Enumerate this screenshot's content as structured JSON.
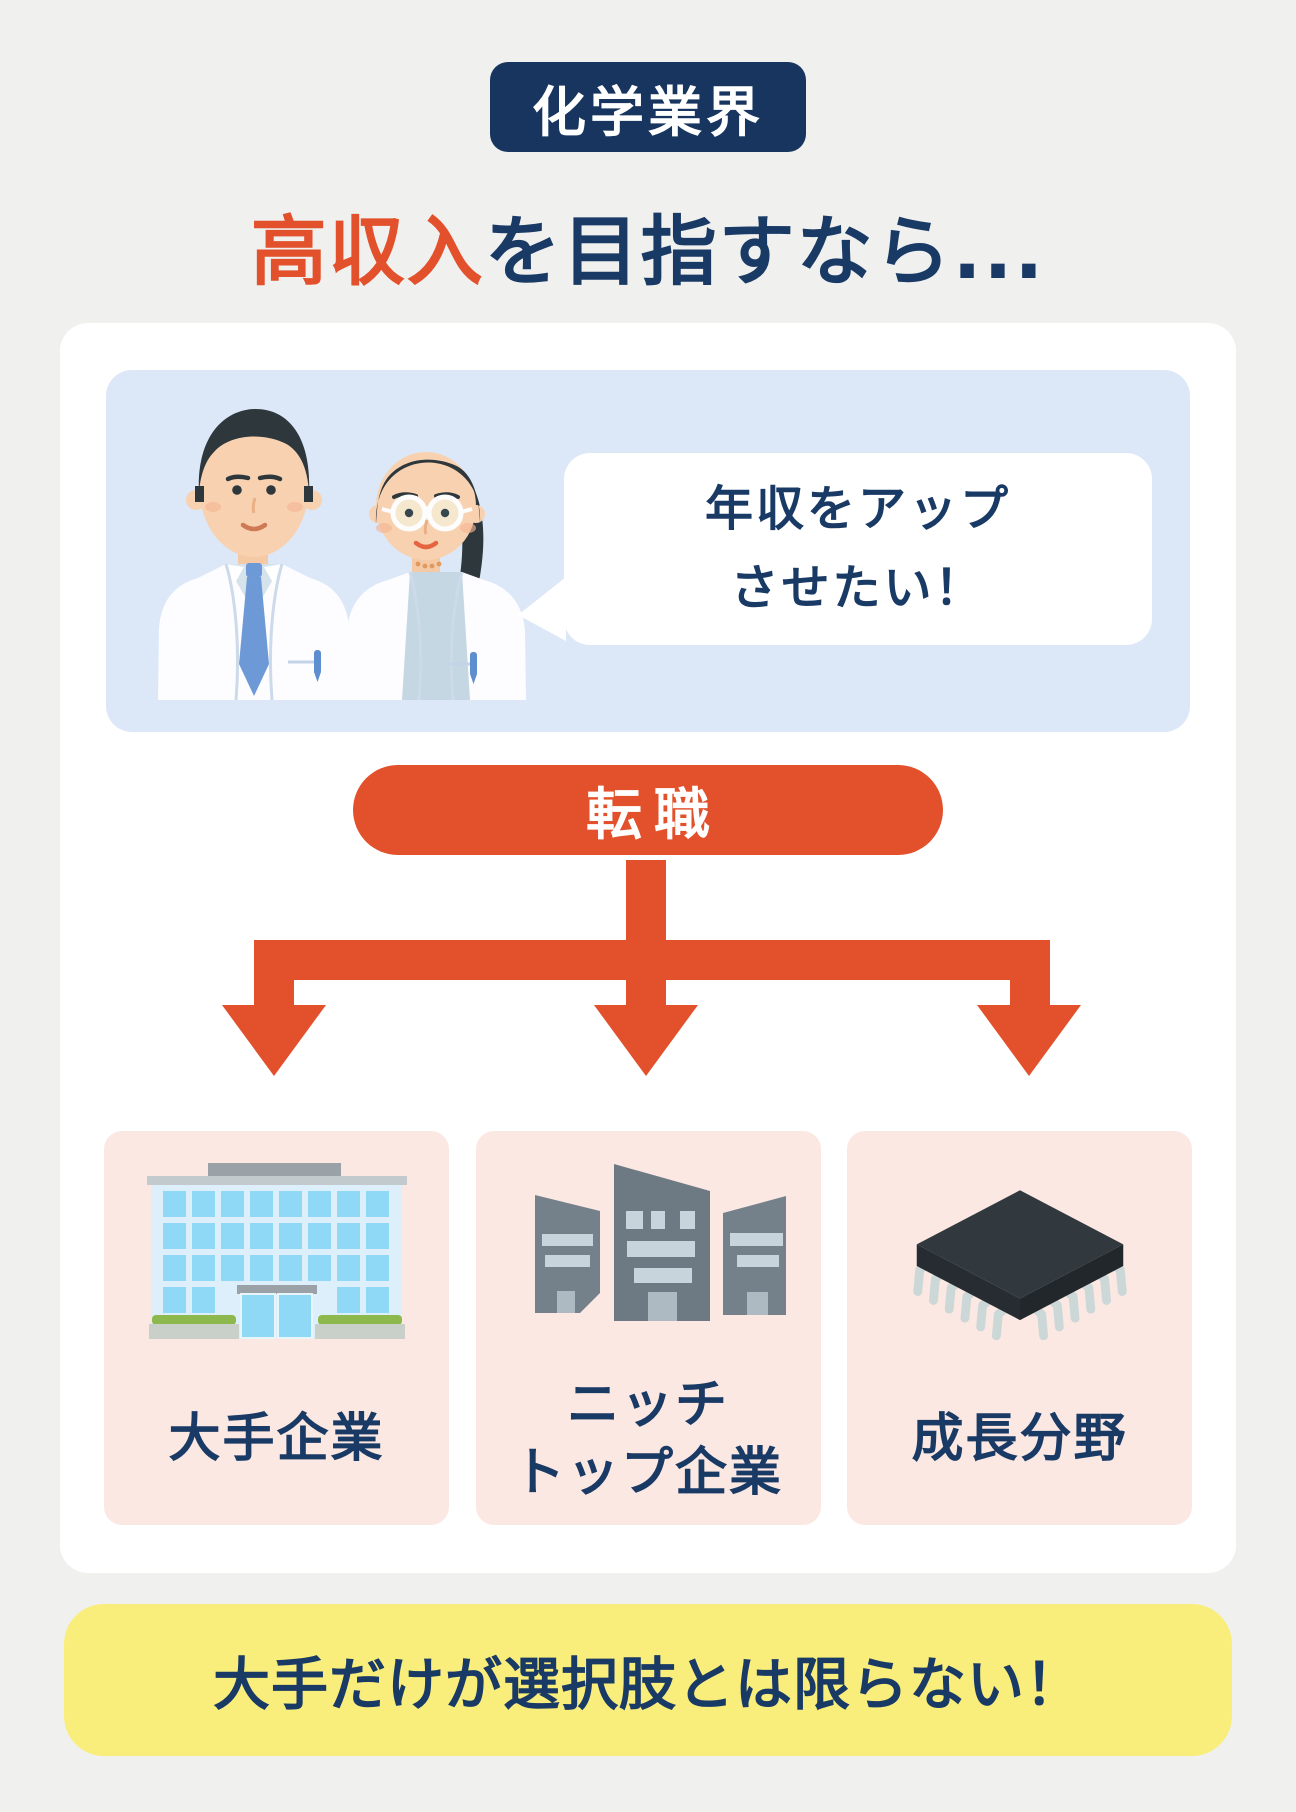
{
  "palette": {
    "navy": "#1a3a66",
    "badge_navy": "#17355e",
    "orange": "#e2512b",
    "page_bg": "#f0f0ee",
    "card_bg": "#ffffff",
    "panel_blue": "#dce8f8",
    "panel_pink": "#fbe8e2",
    "banner_yellow": "#f9ee7b",
    "window_blue": "#8fd9f7",
    "tower_gray": "#75818a",
    "chip_dark": "#2c3237"
  },
  "header": {
    "badge": "化学業界",
    "title_highlight": "高収入",
    "title_rest": "を目指すなら..."
  },
  "scene": {
    "characters": "two-scientists-in-lab-coats",
    "speech_bubble": {
      "line1": "年収をアップ",
      "line2": "させたい！"
    }
  },
  "flow": {
    "action_label": "転職",
    "options": [
      {
        "icon": "office-building",
        "line1": "大手企業",
        "line2": ""
      },
      {
        "icon": "niche-skyscrapers",
        "line1": "ニッチ",
        "line2": "トップ企業"
      },
      {
        "icon": "semiconductor-chip",
        "line1": "成長分野",
        "line2": ""
      }
    ]
  },
  "footer": {
    "message": "大手だけが選択肢とは限らない！"
  }
}
